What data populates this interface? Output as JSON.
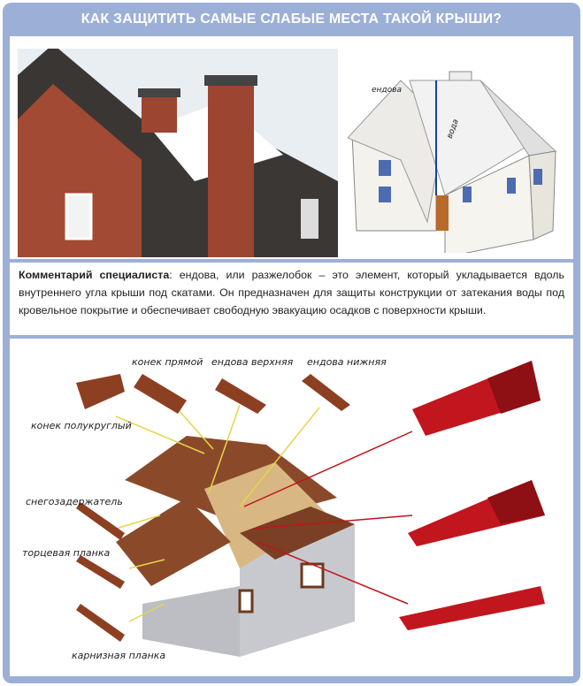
{
  "header": {
    "title": "КАК ЗАЩИТИТЬ САМЫЕ СЛАБЫЕ МЕСТА ТАКОЙ КРЫШИ?"
  },
  "top_diagram": {
    "label_valley": "ендова",
    "label_water": "вода"
  },
  "comment": {
    "bold": "Комментарий специалиста",
    "text": ": ендова, или разжелобок – это элемент, который укладывается вдоль внутреннего угла крыши под скатами. Он предназначен для защиты конструкции от затекания воды под кровельное покрытие и обеспечивает свободную эвакуацию осадков с поверхности крыши."
  },
  "parts": {
    "ridge_straight": "конек прямой",
    "valley_upper": "ендова верхняя",
    "valley_lower": "ендова нижняя",
    "ridge_round": "конек полукруглый",
    "snow_guard": "снегозадержатель",
    "gable_trim": "торцевая планка",
    "eave_trim": "карнизная планка"
  },
  "colors": {
    "frame": "#9cafd7",
    "roof_red": "#b5161c",
    "brick": "#a04a34",
    "roof_brown": "#8a4a2a"
  }
}
